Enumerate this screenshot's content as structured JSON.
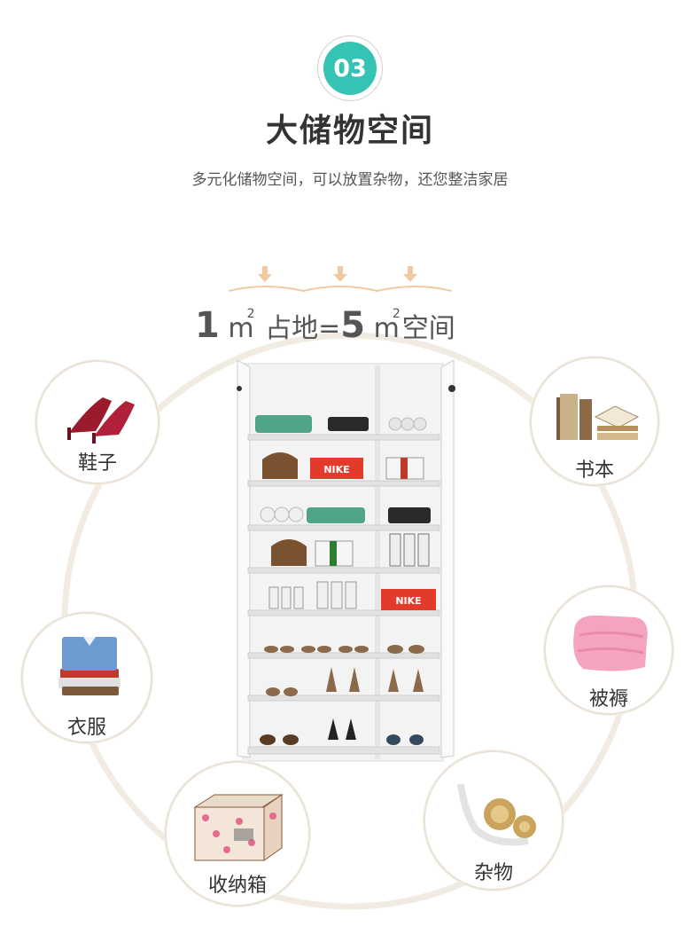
{
  "badge": {
    "number": "03"
  },
  "header": {
    "title": "大储物空间",
    "subtitle": "多元化储物空间，可以放置杂物，还您整洁家居"
  },
  "area": {
    "left_value": "1",
    "left_unit": "m",
    "left_exp": "2",
    "left_word": "占地=",
    "right_value": "5",
    "right_unit": "m",
    "right_exp": "2",
    "right_word": "空间"
  },
  "items": {
    "shoes": "鞋子",
    "books": "书本",
    "clothes": "衣服",
    "quilt": "被褥",
    "storage_box": "收纳箱",
    "sundries": "杂物"
  },
  "brand_text": "NIKE",
  "colors": {
    "badge": "#35c3b3",
    "ring": "#e9e1d6",
    "arrow": "#f0c9a0"
  }
}
